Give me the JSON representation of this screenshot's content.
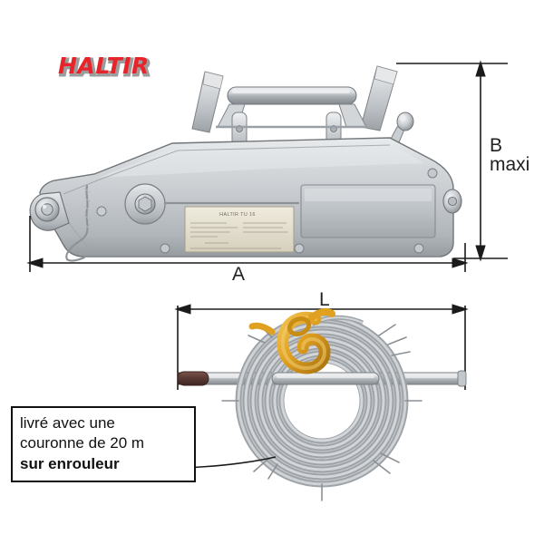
{
  "page": {
    "background": "#ffffff",
    "subject": "wire rope pulling hoist (tirfor winch) with dimension drawing",
    "language": "fr"
  },
  "brand": {
    "logo_text": "HALTIR",
    "logo_color": "#e8232a",
    "logo_shadow_color": "#9c9c9c"
  },
  "dimensions": {
    "height_label_line1": "B",
    "height_label_line2": "maxi",
    "width_label": "A",
    "length_label": "L"
  },
  "callout": {
    "line1": "livré avec une",
    "line2": "couronne de 20 m",
    "line3": "sur enrouleur"
  },
  "colors": {
    "metal_light": "#d9dbdd",
    "metal_mid": "#b9bcc0",
    "metal_dark": "#8f9498",
    "metal_shade": "#70757a",
    "hook_yellow": "#e8a92a",
    "hook_yellow_dark": "#b57d14",
    "cable_gray": "#b0b3b6",
    "plate_cream": "#e2ddcf",
    "dim_line": "#1a1a1a",
    "tip_brown": "#5a3a34"
  },
  "parts": {
    "body": "winch-body",
    "handle": "carry-handle",
    "forward_lever": "forward-lever",
    "reverse_lever": "reverse-lever",
    "release_lever": "release-lever",
    "anchor_hook": "anchor-hook",
    "chain": "safety-chain",
    "nameplate": "nameplate",
    "cable_coil": "cable-coil",
    "reel_bar": "reel-bar",
    "cable_hook": "cable-hook"
  }
}
